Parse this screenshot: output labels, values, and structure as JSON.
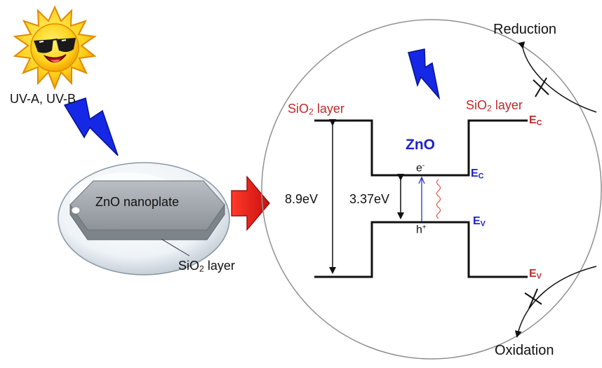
{
  "sun_label": "UV-A, UV-B",
  "nanoplate": {
    "label": "ZnO nanoplate",
    "shell_label_pre": "SiO",
    "shell_label_sub": "2",
    "shell_label_post": " layer"
  },
  "band_diagram": {
    "left_layer_pre": "SiO",
    "left_layer_sub": "2",
    "left_layer_post": " layer",
    "right_layer_pre": "SiO",
    "right_layer_sub": "2",
    "right_layer_post": " layer",
    "core_label": "ZnO",
    "outer_gap": "8.9eV",
    "inner_gap": "3.37eV",
    "electron_base": "e",
    "electron_sup": "-",
    "hole_base": "h",
    "hole_sup": "+",
    "ec_base": "E",
    "ec_sub": "C",
    "ev_base": "E",
    "ev_sub": "V"
  },
  "reduction_label": "Reduction",
  "oxidation_label": "Oxidation",
  "colors": {
    "text": "#111111",
    "sio2_label": "#c0282b",
    "zno_blue": "#1f23c8",
    "lightning": "#1428e6",
    "arrow_red": "#e0201e",
    "sun_yellow": "#ffd21f",
    "sun_orange": "#f08c00"
  }
}
